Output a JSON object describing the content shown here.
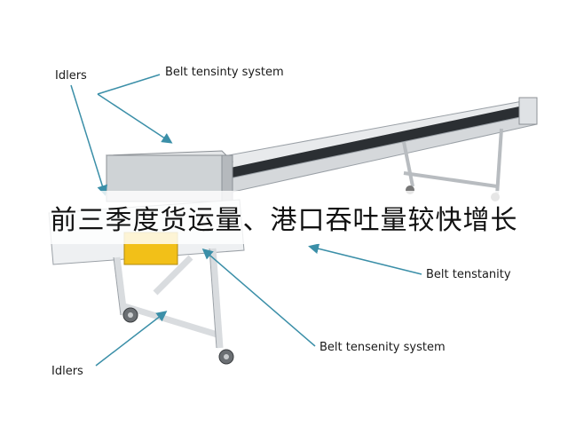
{
  "labels": {
    "idlers_top": "Idlers",
    "belt_tensinty_system": "Belt tensinty system",
    "belt_tenstanity": "Belt tenstanity",
    "belt_tensenity_system": "Belt tensenity system",
    "idlers_bottom": "Idlers"
  },
  "banner": {
    "text": "前三季度货运量、港口吞吐量较快增长"
  },
  "colors": {
    "callout_arrow": "#3b8fa8",
    "frame": "#e8eaec",
    "belt": "#2b2f33",
    "motor_box": "#cfd3d6",
    "guard": "#f2c018"
  },
  "icons": [
    "caster-wheel-icon"
  ]
}
